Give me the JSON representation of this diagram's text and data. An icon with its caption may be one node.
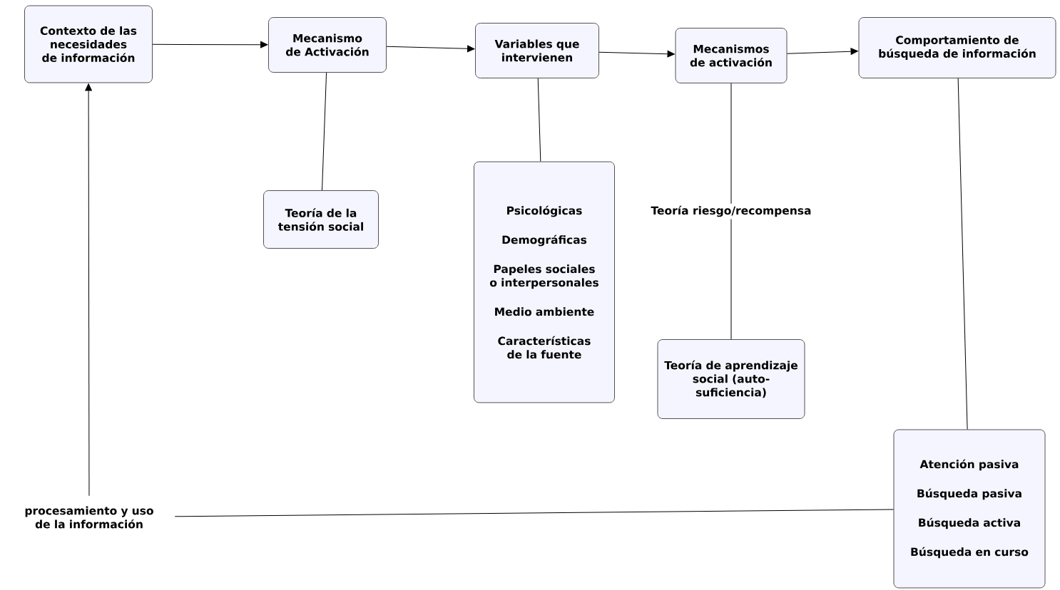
{
  "diagram": {
    "nodes": [
      {
        "text": [
          "Contexto de las necesidades de información"
        ]
      },
      {
        "text": [
          "Mecanismo de Activación"
        ]
      },
      {
        "text": [
          "Variables que intervienen"
        ]
      },
      {
        "text": [
          "Mecanismos de activación"
        ]
      },
      {
        "text": [
          "Comportamiento de búsqueda de información"
        ]
      },
      {
        "text": [
          "Teoría de la tensión social"
        ]
      },
      {
        "text": [
          "Psicológicas",
          "Demográficas",
          "Papeles sociales o interpersonales",
          "Medio ambiente",
          "Características de la fuente"
        ]
      },
      {
        "text": [
          "Teoría de aprendizaje social (auto-suficiencia)"
        ]
      },
      {
        "text": [
          "Atención pasiva",
          "Búsqueda pasiva",
          "Búsqueda activa",
          "Búsqueda en curso"
        ]
      },
      {
        "text": [
          "procesamiento y uso de la información"
        ]
      }
    ],
    "edges": [
      {
        "from": 0,
        "to": 1,
        "arrow": "to"
      },
      {
        "from": 1,
        "to": 2,
        "arrow": "to"
      },
      {
        "from": 2,
        "to": 3,
        "arrow": "to"
      },
      {
        "from": 3,
        "to": 4,
        "arrow": "to"
      },
      {
        "from": 1,
        "to": 5,
        "arrow": "none"
      },
      {
        "from": 2,
        "to": 6,
        "arrow": "none"
      },
      {
        "from": 3,
        "to": 7,
        "arrow": "none",
        "label": "Teoría riesgo/recompensa"
      },
      {
        "from": 4,
        "to": 8,
        "arrow": "none"
      },
      {
        "from": 8,
        "to": 9,
        "arrow": "none"
      },
      {
        "from": 9,
        "to": 0,
        "arrow": "to"
      }
    ]
  }
}
